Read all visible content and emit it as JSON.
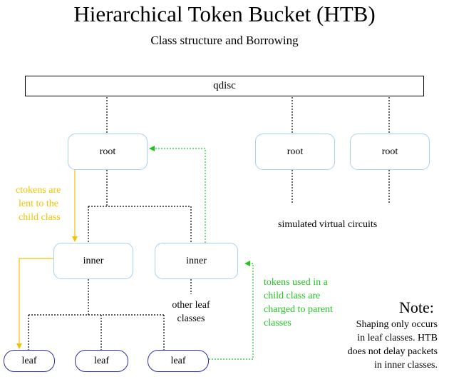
{
  "title": "Hierarchical Token Bucket (HTB)",
  "subtitle": "Class structure and Borrowing",
  "qdisc_label": "qdisc",
  "nodes": {
    "root_main": "root",
    "root_virtual_1": "root",
    "root_virtual_2": "root",
    "inner_left": "inner",
    "inner_right": "inner",
    "leaf_1": "leaf",
    "leaf_2": "leaf",
    "leaf_3": "leaf"
  },
  "annotations": {
    "ctokens": [
      "ctokens are",
      "lent to the",
      "child class"
    ],
    "tokens_used": [
      "tokens used in a",
      "child class are",
      "charged to parent",
      "classes"
    ],
    "other_leaf": [
      "other leaf",
      "classes"
    ],
    "simulated": "simulated virtual circuits",
    "note_heading": "Note:",
    "note_lines": [
      "Shaping only occurs",
      "in leaf classes. HTB",
      "does not delay packets",
      "in inner classes."
    ]
  },
  "colors": {
    "node_border": "#a8d0ef",
    "leaf_border": "#2b2ba8",
    "borrow_arrow": "#f0c400",
    "charge_arrow": "#22c422",
    "connector": "#000000"
  }
}
